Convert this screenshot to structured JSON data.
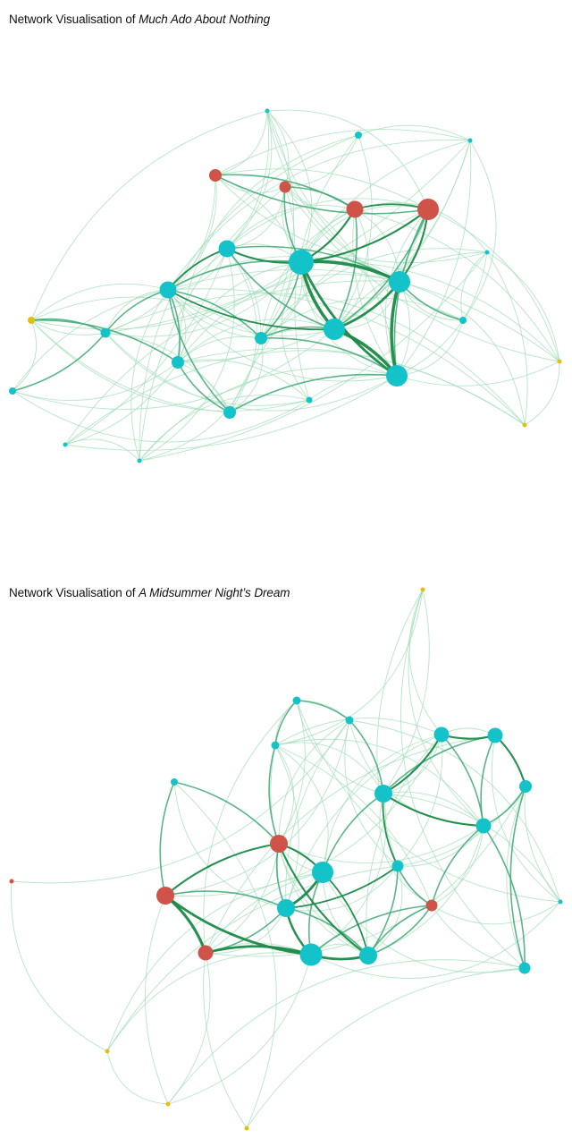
{
  "diagrams": [
    {
      "title_prefix": "Network Visualisation of ",
      "title_play": "Much Ado About Nothing"
    },
    {
      "title_prefix": "Network Visualisation of ",
      "title_play": "A Midsummer Night’s Dream"
    }
  ],
  "colors": {
    "node_main": "#14c3c9",
    "node_red": "#cf5349",
    "node_yellow": "#e2c10e",
    "edge_light": "#9fdcb6",
    "edge_mid": "#3ea874",
    "edge_dark": "#1a8a48"
  }
}
